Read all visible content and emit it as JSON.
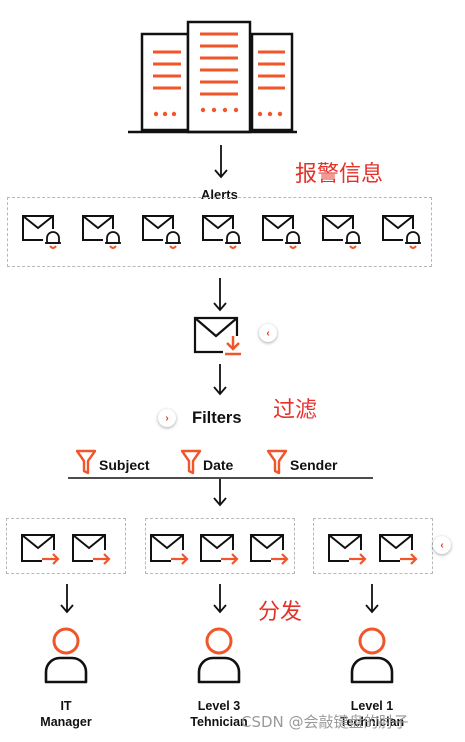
{
  "labels": {
    "alerts": "Alerts",
    "filters": "Filters",
    "alarm_info": "报警信息",
    "filtering": "过滤",
    "distribution": "分发"
  },
  "filters": [
    {
      "label": "Subject"
    },
    {
      "label": "Date"
    },
    {
      "label": "Sender"
    }
  ],
  "recipients": [
    {
      "line1": "IT",
      "line2": "Manager"
    },
    {
      "line1": "Level 3",
      "line2": "Tehnician"
    },
    {
      "line1": "Level 1",
      "line2": "Technician"
    }
  ],
  "collapse_buttons": [
    "‹",
    "›",
    "‹"
  ],
  "watermark": "CSDN @会敲键盘的肘子",
  "colors": {
    "accent": "#f0562a",
    "annotation": "#e4322b",
    "ink": "#111111"
  }
}
